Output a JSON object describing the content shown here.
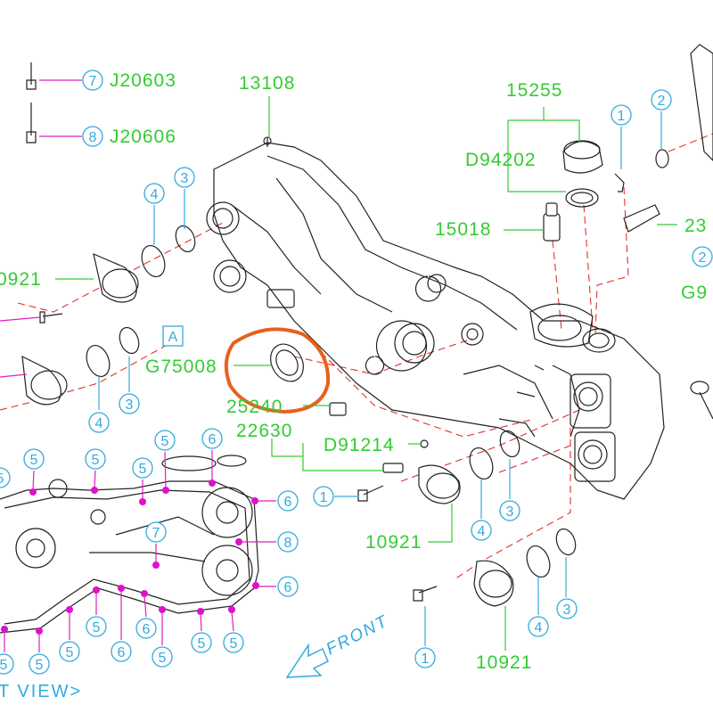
{
  "part_numbers": {
    "p13108": "13108",
    "p15255": "15255",
    "pD94202": "D94202",
    "p15018": "15018",
    "p0921": "0921",
    "pG75008": "G75008",
    "p25240": "25240",
    "p22630": "22630",
    "pD91214": "D91214",
    "p10921a": "10921",
    "p10921b": "10921",
    "pJ20603": "J20603",
    "pJ20606": "J20606",
    "p23": "23",
    "pG9": "G9"
  },
  "callouts": {
    "c1": "1",
    "c2": "2",
    "c3": "3",
    "c4": "4",
    "c5": "5",
    "c6": "6",
    "c7": "7",
    "c8": "8"
  },
  "labels": {
    "view_ref": "A",
    "front": "FRONT",
    "view_text": "T VIEW>"
  },
  "colors": {
    "part_number": "#33cc33",
    "callout": "#33aadd",
    "leader_magenta": "#dd22bb",
    "dashed_line": "#e23030",
    "highlight": "#e8601c",
    "linework": "#222222"
  }
}
